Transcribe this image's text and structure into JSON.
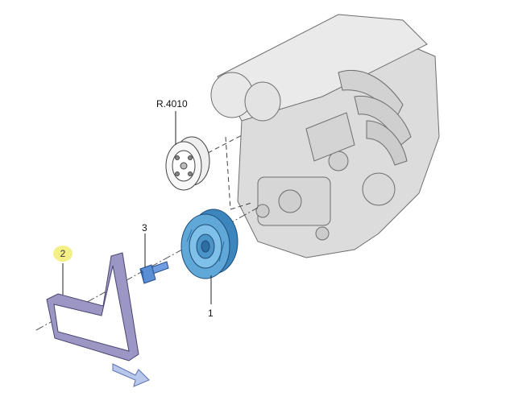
{
  "callouts": {
    "part_r4010": "R.4010",
    "part_1": "1",
    "part_2": "2",
    "part_3": "3"
  },
  "colors": {
    "pulley_blue": "#5fa8d8",
    "belt_purple": "#9b96c4",
    "bolt_blue": "#5a8fd6",
    "callout_highlight": "#f4ef86",
    "engine_grey": "#d8d8d8",
    "arrow_blue": "#b8c8ec"
  },
  "icons": {
    "view_direction": "direction-arrow-icon"
  }
}
